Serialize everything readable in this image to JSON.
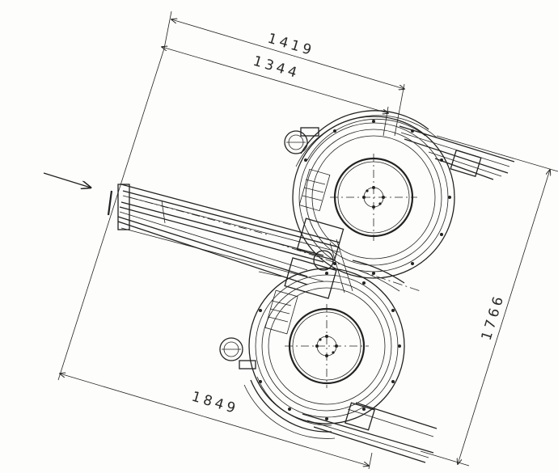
{
  "dimensions": {
    "top_outer": "1419",
    "top_inner": "1344",
    "right": "1766",
    "bottom": "1849"
  },
  "colors": {
    "ink": "#222222",
    "paper": "#fdfdfb"
  },
  "icons": [
    "infeed-arrow",
    "drive-motor",
    "turntable"
  ]
}
